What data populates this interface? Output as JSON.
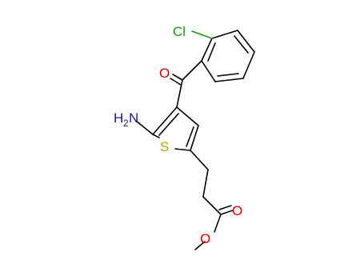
{
  "molecule": {
    "atoms": {
      "chlorine": "Cl",
      "carbonyl_oxygen": "O",
      "amine_main": "H",
      "amine_sub": "2",
      "amine_n": "N",
      "sulfur": "S",
      "ester_carbonyl_oxygen": "O",
      "ester_oxygen": "O"
    },
    "colors": {
      "bond": "#000000",
      "oxygen": "#e00000",
      "nitrogen": "#1a1a8c",
      "sulfur": "#b8a800",
      "chlorine": "#1a9a1a"
    }
  }
}
